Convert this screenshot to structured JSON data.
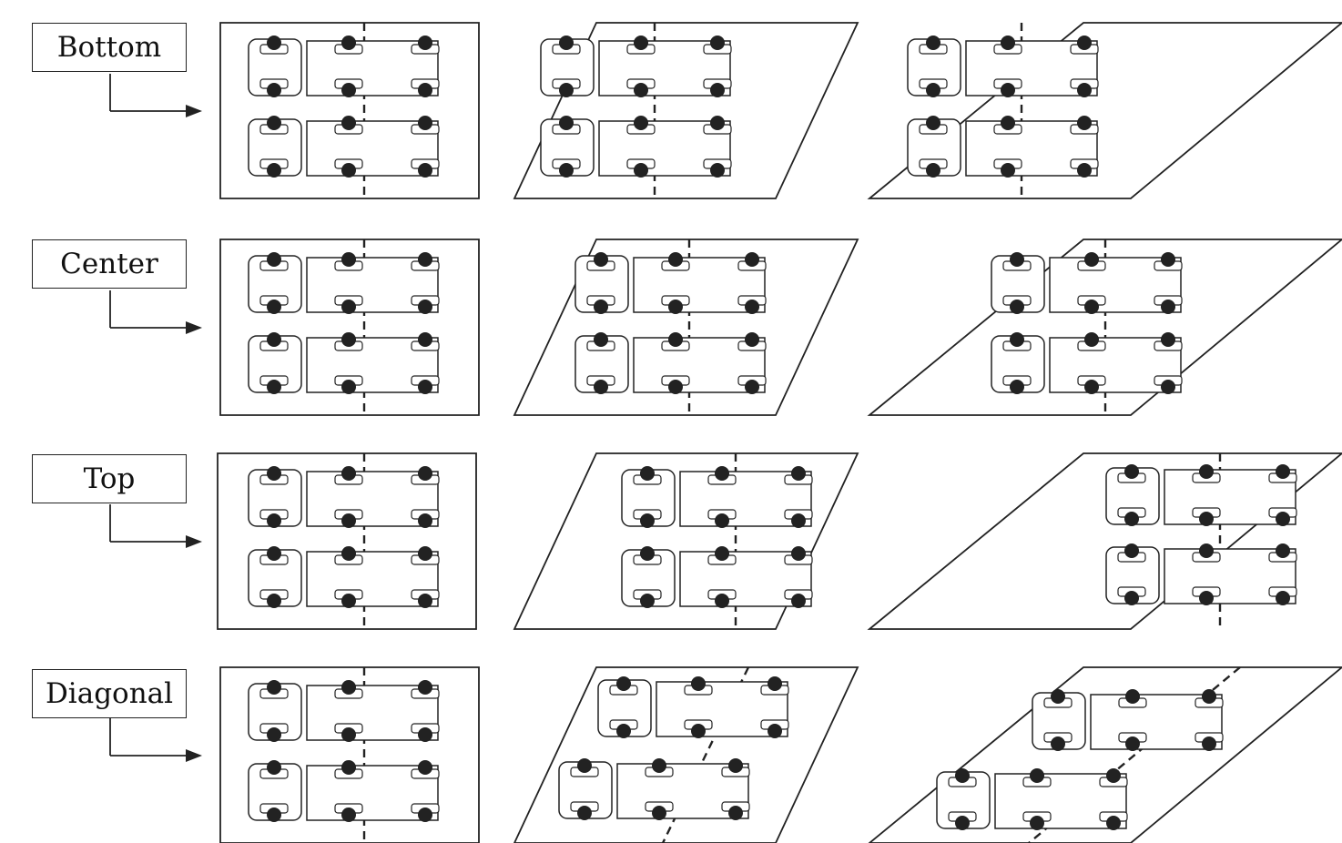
{
  "diagram": {
    "rows": [
      {
        "label": "Bottom",
        "alignment": "bottom"
      },
      {
        "label": "Center",
        "alignment": "center"
      },
      {
        "label": "Top",
        "alignment": "top"
      },
      {
        "label": "Diagonal",
        "alignment": "diagonal"
      }
    ],
    "columns": [
      "rectangle",
      "parallelogram",
      "wide-parallelogram"
    ],
    "colors": {
      "stroke": "#222222",
      "wheel": "#222222",
      "background": "#ffffff"
    }
  }
}
